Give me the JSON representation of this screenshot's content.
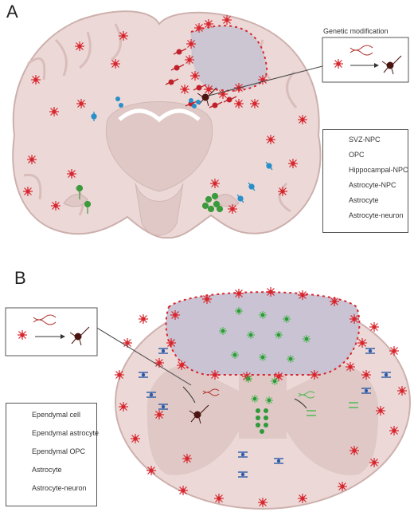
{
  "panels": {
    "a": {
      "letter": "A"
    },
    "b": {
      "letter": "B"
    }
  },
  "genetic_modification": {
    "title": "Genetic modification"
  },
  "legend_a": {
    "items": [
      {
        "label": "SVZ-NPC",
        "icon": "svz-npc-icon",
        "color": "#2a8fc8"
      },
      {
        "label": "OPC",
        "icon": "opc-icon",
        "color": "#2a8fc8"
      },
      {
        "label": "Hippocampal-NPC",
        "icon": "hippocampal-npc-icon",
        "color": "#3b9a3b"
      },
      {
        "label": "Astrocyte-NPC",
        "icon": "astrocyte-npc-icon",
        "color": "#c0202a"
      },
      {
        "label": "Astrocyte",
        "icon": "astrocyte-icon",
        "color": "#d8262e"
      },
      {
        "label": "Astrocyte-neuron",
        "icon": "astrocyte-neuron-icon",
        "color": "#5a1a14"
      }
    ]
  },
  "legend_b": {
    "items": [
      {
        "label": "Ependymal cell",
        "icon": "ependymal-cell-icon",
        "color": "#2f9a3a"
      },
      {
        "label": "Ependymal astrocyte",
        "icon": "ependymal-astrocyte-icon",
        "color": "#49b84f"
      },
      {
        "label": "Ependymal OPC",
        "icon": "ependymal-opc-icon",
        "color": "#49b84f"
      },
      {
        "label": "Astrocyte",
        "icon": "astrocyte-icon",
        "color": "#d8262e"
      },
      {
        "label": "Astrocyte-neuron",
        "icon": "astrocyte-neuron-icon",
        "color": "#5a1a14"
      }
    ]
  },
  "colors": {
    "tissue": "#ecd9d7",
    "tissue_outline": "#cdb0ad",
    "inner_structure": "#dfc8c6",
    "lesion": "#c9c3d3",
    "astrocyte": "#d8262e",
    "neuron": "#4a1410",
    "npc_blue": "#2a8fc8",
    "opc_blue": "#2a5aa8",
    "ependymal_green": "#2f9a3a"
  }
}
